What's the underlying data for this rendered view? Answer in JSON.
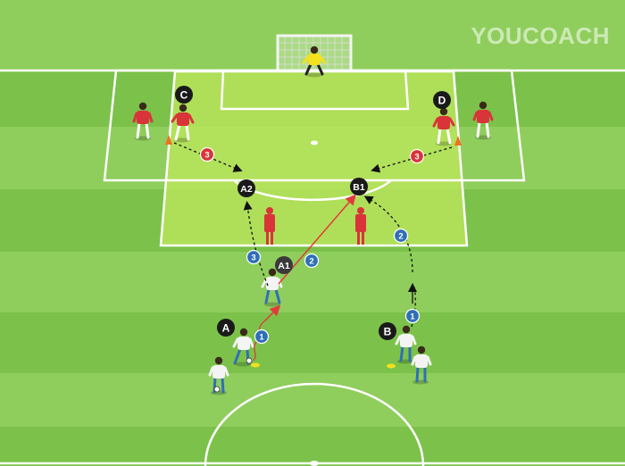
{
  "brand": {
    "text": "YOUCOACH"
  },
  "markers": [
    {
      "id": "m-A",
      "label": "A"
    },
    {
      "id": "m-B",
      "label": "B"
    },
    {
      "id": "m-C",
      "label": "C"
    },
    {
      "id": "m-D",
      "label": "D"
    },
    {
      "id": "m-A1",
      "label": "A1"
    },
    {
      "id": "m-A2",
      "label": "A2"
    },
    {
      "id": "m-B1",
      "label": "B1"
    }
  ],
  "steps": [
    {
      "id": "s-1a",
      "label": "1"
    },
    {
      "id": "s-1b",
      "label": "1"
    },
    {
      "id": "s-2a",
      "label": "2"
    },
    {
      "id": "s-2b",
      "label": "2"
    },
    {
      "id": "s-3a",
      "label": "3"
    },
    {
      "id": "s-3b",
      "label": "3"
    },
    {
      "id": "s-3c",
      "label": "3"
    }
  ],
  "colors": {
    "grass_light": "#8fce5c",
    "grass_dark": "#7cc24a",
    "highlight_zone": "#b8e45a",
    "lines": "#ffffff",
    "step_blue": "#2f6fb8",
    "step_red": "#d9343a",
    "marker_black": "#1a1a1a",
    "pass_arrow": "#e23b3b",
    "team_red": "#d9343a",
    "team_white": "#f4f4f4",
    "keeper": "#f2e11d",
    "cone": "#f07020"
  }
}
